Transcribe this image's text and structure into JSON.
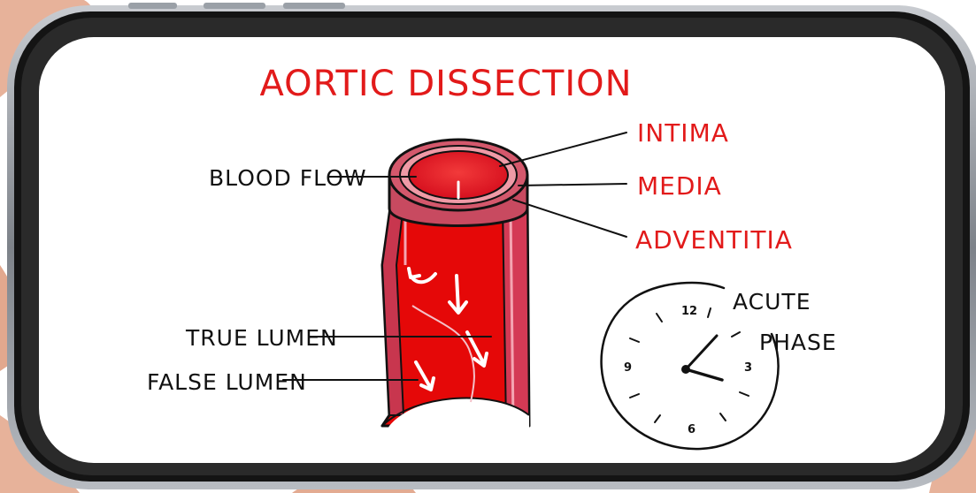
{
  "colors": {
    "accent_red": "#e21a1a",
    "artery_red": "#e50808",
    "artery_dark": "#b0182a",
    "wall_pink": "#d4586c",
    "wall_light": "#ef9aa6",
    "ink": "#111111",
    "phone_frame": "#1a1a1a",
    "phone_rim": "#8a8f96",
    "skin": "#e8b49a"
  },
  "diagram": {
    "title": "AORTIC DISSECTION",
    "labels": {
      "blood_flow": "BLOOD FLOW",
      "intima": "INTIMA",
      "media": "MEDIA",
      "adventitia": "ADVENTITIA",
      "true_lumen": "TRUE LUMEN",
      "false_lumen": "FALSE LUMEN",
      "acute": "ACUTE",
      "phase": "PHASE"
    },
    "clock": {
      "numerals": [
        "12",
        "3",
        "6",
        "9"
      ]
    }
  }
}
